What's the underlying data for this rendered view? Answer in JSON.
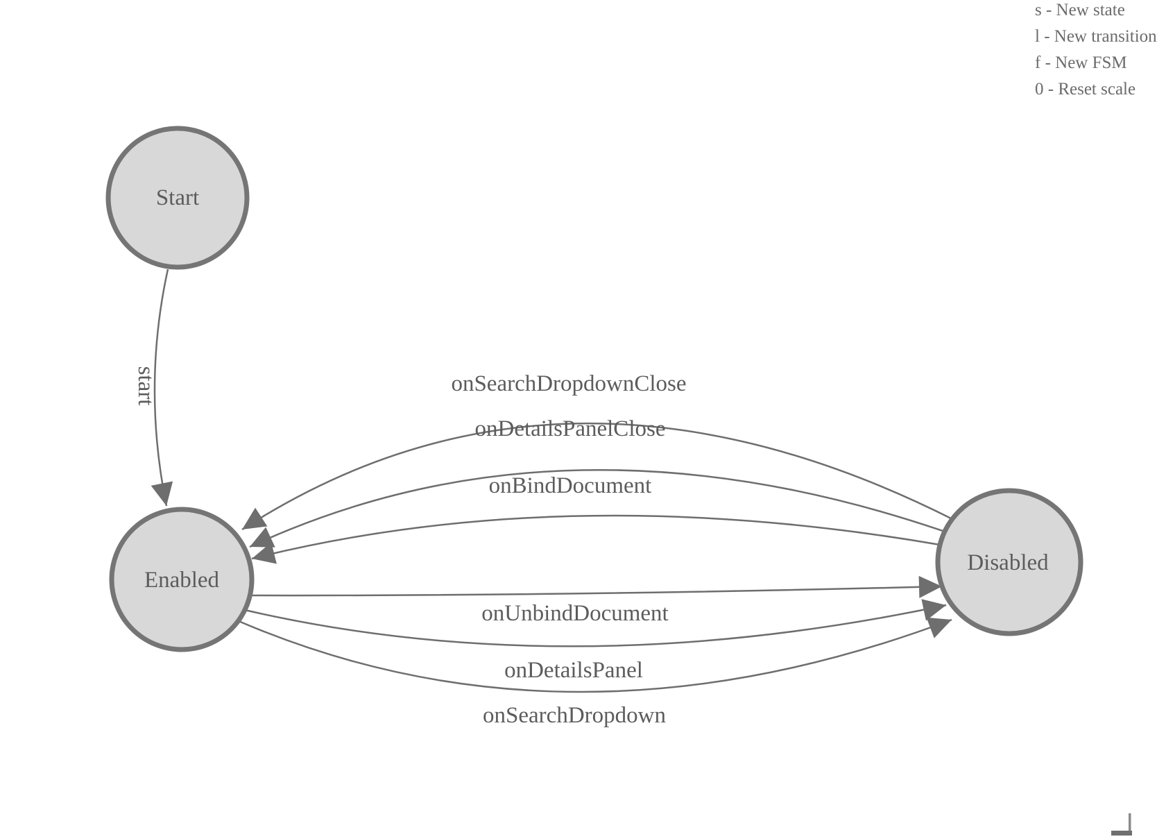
{
  "app": {
    "name": "fsm-designer-canvas"
  },
  "legend": {
    "lines": [
      "s - New state",
      "l - New transition",
      "f - New FSM",
      "0 - Reset scale"
    ]
  },
  "diagram": {
    "nodes": [
      {
        "id": "start",
        "label": "Start"
      },
      {
        "id": "enabled",
        "label": "Enabled"
      },
      {
        "id": "disabled",
        "label": "Disabled"
      }
    ],
    "edges": [
      {
        "label": "start",
        "from": "Start",
        "to": "Enabled"
      },
      {
        "label": "onSearchDropdownClose",
        "from": "Disabled",
        "to": "Enabled"
      },
      {
        "label": "onDetailsPanelClose",
        "from": "Disabled",
        "to": "Enabled"
      },
      {
        "label": "onBindDocument",
        "from": "Disabled",
        "to": "Enabled"
      },
      {
        "label": "onUnbindDocument",
        "from": "Enabled",
        "to": "Disabled"
      },
      {
        "label": "onDetailsPanel",
        "from": "Enabled",
        "to": "Disabled"
      },
      {
        "label": "onSearchDropdown",
        "from": "Enabled",
        "to": "Disabled"
      }
    ],
    "colors": {
      "node_fill": "#d8d8d8",
      "node_stroke": "#757575",
      "edge_line": "#6e6e6e",
      "label_text": "#5c5c5c",
      "legend_text": "#6b6b6b"
    }
  }
}
